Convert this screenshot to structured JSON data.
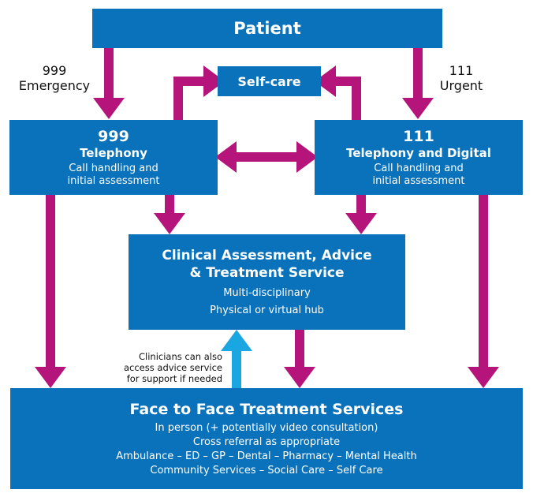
{
  "colors": {
    "box_fill": "#0a72bb",
    "box_text": "#ffffff",
    "arrow_magenta": "#b5157a",
    "arrow_cyan": "#1aa6e0",
    "label_text": "#111111"
  },
  "patient": {
    "title": "Patient"
  },
  "self_care": {
    "title": "Self-care"
  },
  "left_label": {
    "line1": "999",
    "line2": "Emergency"
  },
  "right_label": {
    "line1": "111",
    "line2": "Urgent"
  },
  "box_999": {
    "number": "999",
    "title": "Telephony",
    "desc1": "Call handling and",
    "desc2": "initial assessment"
  },
  "box_111": {
    "number": "111",
    "title": "Telephony and Digital",
    "desc1": "Call handling and",
    "desc2": "initial assessment"
  },
  "clinical": {
    "title1": "Clinical Assessment, Advice",
    "title2": "& Treatment Service",
    "desc1": "Multi-disciplinary",
    "desc2": "Physical or virtual hub"
  },
  "clinician_note": {
    "line1": "Clinicians can also",
    "line2": "access advice service",
    "line3": "for support if needed"
  },
  "face_to_face": {
    "title": "Face to Face Treatment Services",
    "line1": "In person (+ potentially video consultation)",
    "line2": "Cross referral as appropriate",
    "line3": "Ambulance – ED – GP – Dental – Pharmacy – Mental Health",
    "line4": "Community Services – Social Care – Self Care"
  },
  "arrows": [
    {
      "name": "arrow-patient-to-999",
      "from": "Patient",
      "to": "999 Telephony",
      "color": "magenta"
    },
    {
      "name": "arrow-patient-to-111",
      "from": "Patient",
      "to": "111 Telephony and Digital",
      "color": "magenta"
    },
    {
      "name": "arrow-999-to-self-care",
      "from": "999 Telephony",
      "to": "Self-care",
      "color": "magenta"
    },
    {
      "name": "arrow-111-to-self-care",
      "from": "111 Telephony and Digital",
      "to": "Self-care",
      "color": "magenta"
    },
    {
      "name": "arrow-999-111-bidirectional",
      "from": "999 Telephony",
      "to": "111 Telephony and Digital",
      "color": "magenta"
    },
    {
      "name": "arrow-999-to-clinical",
      "from": "999 Telephony",
      "to": "Clinical Assessment",
      "color": "magenta"
    },
    {
      "name": "arrow-111-to-clinical",
      "from": "111 Telephony and Digital",
      "to": "Clinical Assessment",
      "color": "magenta"
    },
    {
      "name": "arrow-999-to-face-to-face",
      "from": "999 Telephony",
      "to": "Face to Face Treatment Services",
      "color": "magenta"
    },
    {
      "name": "arrow-111-to-face-to-face",
      "from": "111 Telephony and Digital",
      "to": "Face to Face Treatment Services",
      "color": "magenta"
    },
    {
      "name": "arrow-clinical-to-face-to-face",
      "from": "Clinical Assessment",
      "to": "Face to Face Treatment Services",
      "color": "magenta"
    },
    {
      "name": "arrow-face-to-face-to-clinical",
      "from": "Face to Face Treatment Services",
      "to": "Clinical Assessment",
      "color": "cyan"
    }
  ]
}
